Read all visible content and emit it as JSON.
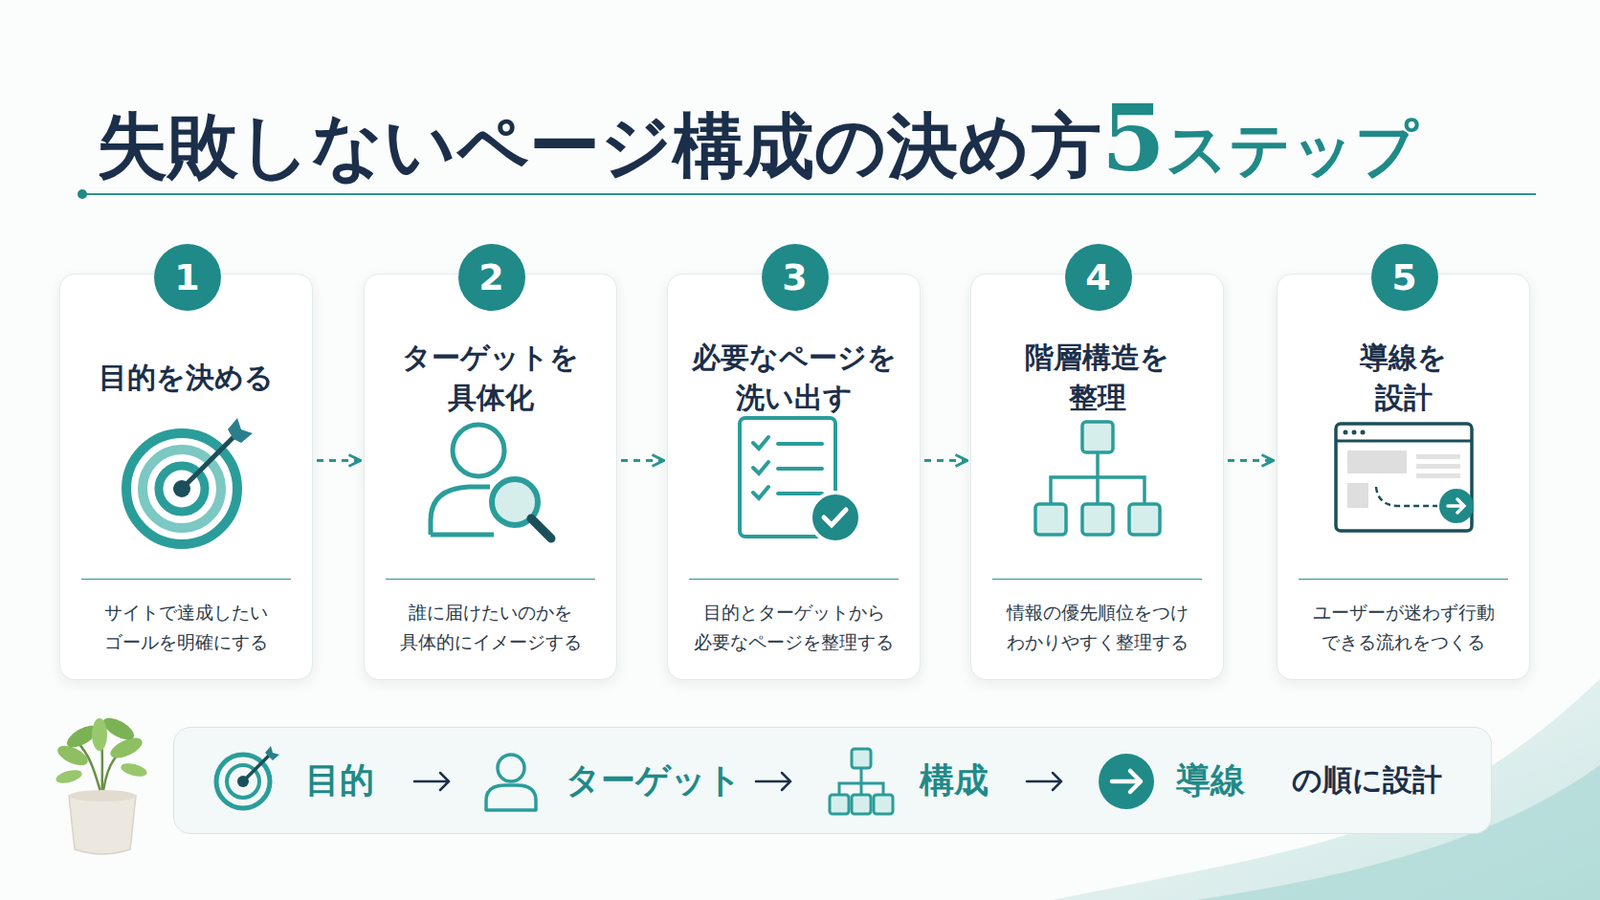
{
  "diagram": {
    "title": "失敗しないページ構成の決め方5ステップ",
    "nodes": [
      {
        "text": [
          "目的を決める",
          "サイトで達成したい ゴールを明確にする"
        ]
      },
      {
        "text": [
          "1"
        ],
        "in": 0
      },
      {
        "text": [
          "ターゲットを 具体化",
          "誰に届けたいのかを 具体的にイメージする"
        ]
      },
      {
        "text": [
          "2"
        ],
        "in": 2
      },
      {
        "text": [
          "必要なページを 洗い出す",
          "目的とターゲットから 必要なページを整理する"
        ]
      },
      {
        "text": [
          "3"
        ],
        "in": 4
      },
      {
        "text": [
          "階層構造を 整理",
          "情報の優先順位をつけ わかりやすく整理する"
        ]
      },
      {
        "text": [
          "4"
        ],
        "in": 6
      },
      {
        "text": [
          "導線を 設計",
          "ユーザーが迷わず行動 できる流れをつくる"
        ]
      },
      {
        "text": [
          "5"
        ],
        "in": 8
      },
      {
        "text": [
          "目的",
          "ターゲット",
          "構成",
          "導線",
          "の順に設計"
        ]
      }
    ],
    "edges": [
      {
        "from": 0,
        "to": 2,
        "arrow": "to"
      },
      {
        "from": 2,
        "to": 4,
        "arrow": "to"
      },
      {
        "from": 4,
        "to": 6,
        "arrow": "to"
      },
      {
        "from": 6,
        "to": 8,
        "arrow": "to"
      }
    ]
  }
}
